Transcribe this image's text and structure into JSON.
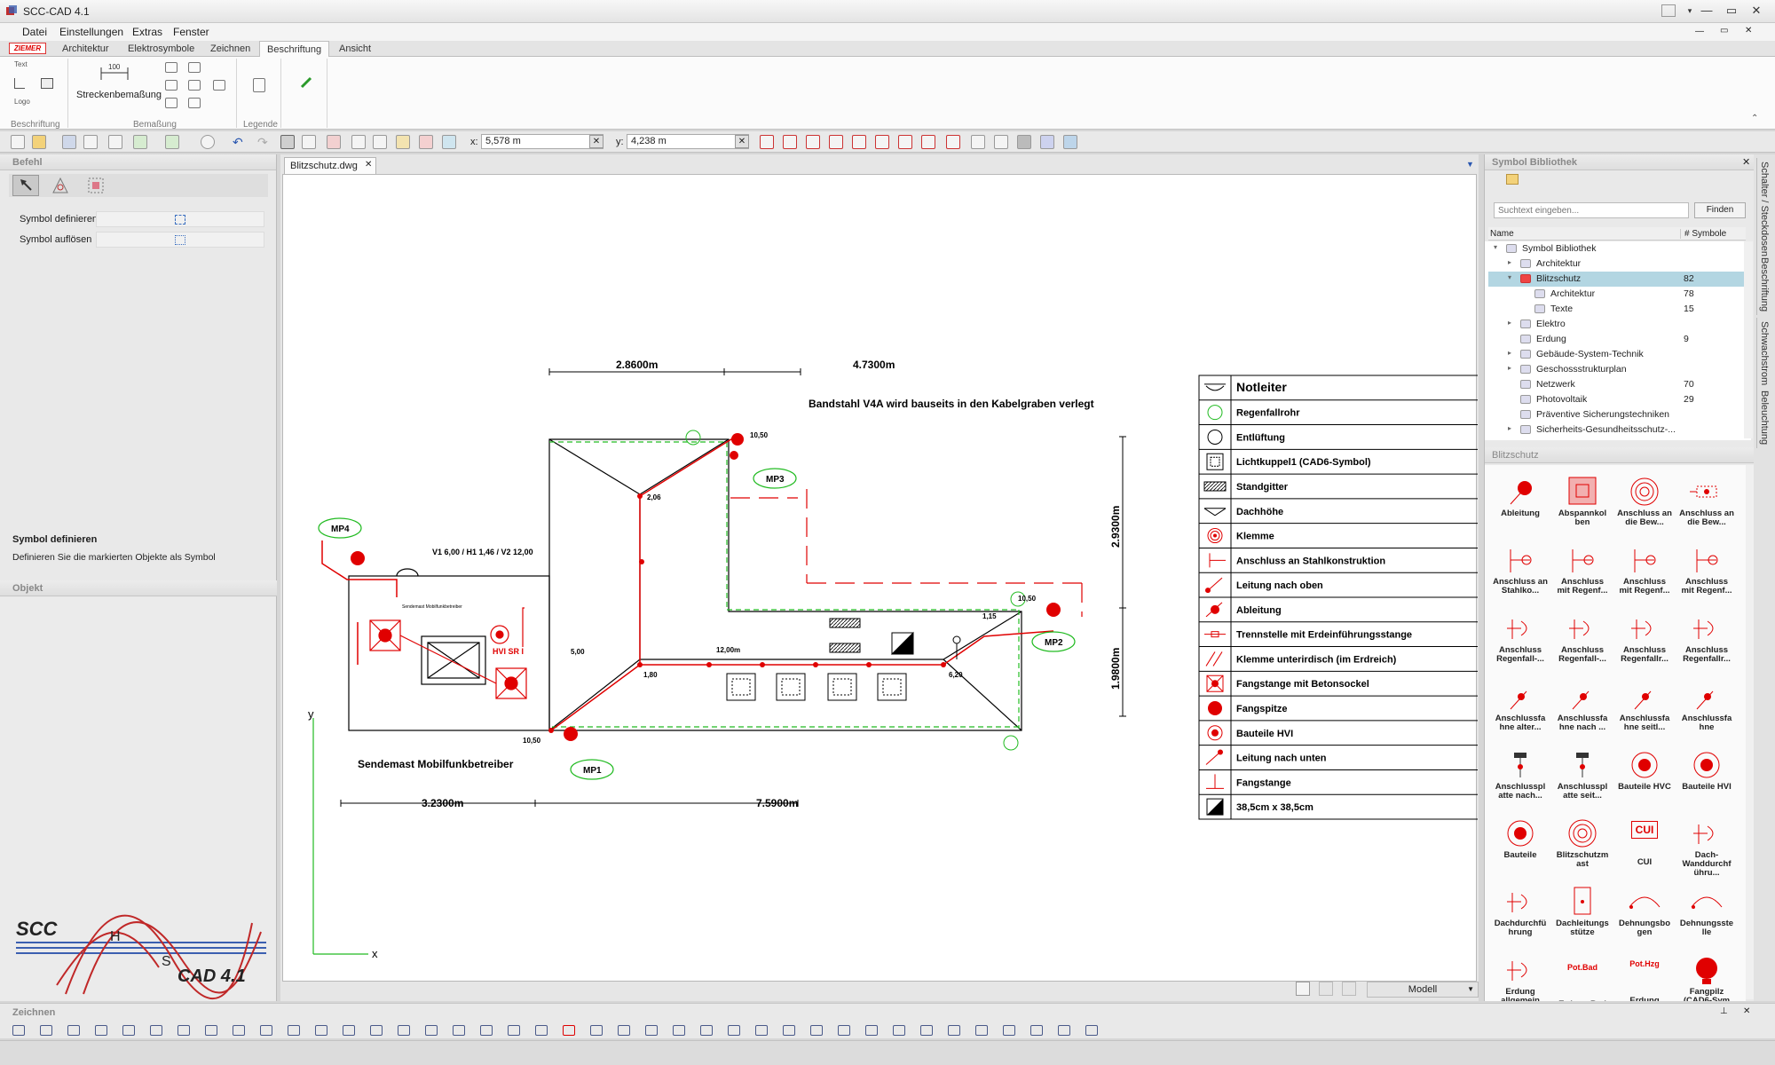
{
  "window": {
    "title": "SCC-CAD 4.1"
  },
  "menu": [
    "Datei",
    "Einstellungen",
    "Extras",
    "Fenster"
  ],
  "ribbon_tabs": [
    "ZIEMER",
    "Architektur",
    "Elektrosymbole",
    "Zeichnen",
    "Beschriftung",
    "Ansicht"
  ],
  "ribbon": {
    "streckenbemassung": "Streckenbemaßung",
    "groups": [
      "Beschriftung",
      "Bemaßung",
      "Legende"
    ],
    "text_icon": "Text",
    "logo_icon": "Logo",
    "dim_value": "100"
  },
  "coords": {
    "x_label": "x:",
    "x_value": "5,578 m",
    "y_label": "y:",
    "y_value": "4,238 m"
  },
  "left": {
    "befehl_title": "Befehl",
    "commands": [
      "Symbol definieren",
      "Symbol auflösen"
    ],
    "info_title": "Symbol definieren",
    "info_text": "Definieren Sie die markierten Objekte als Symbol",
    "objekt_title": "Objekt",
    "logo_scc": "SCC",
    "logo_h": "H",
    "logo_s": "S",
    "logo_cad": "CAD 4.1"
  },
  "document": {
    "tab": "Blitzschutz.dwg",
    "view_mode": "Modell"
  },
  "drawing": {
    "dims_top": [
      "2.8600m",
      "4.7300m"
    ],
    "dims_bottom": [
      "3.2300m",
      "7.5900m"
    ],
    "dim_right": [
      "2.9300m",
      "1.9800m"
    ],
    "note": "Bandstahl V4A wird bauseits in den Kabelgraben verlegt",
    "v_label": "V1 6,00 / H1 1,46 / V2 12,00",
    "hvi": "HVI SR I",
    "roof_label": "Sendemast Mobilfunkbetreiber",
    "caption": "Sendemast  Mobilfunkbetreiber",
    "mp": [
      "MP1",
      "MP2",
      "MP3",
      "MP4"
    ],
    "heights": [
      "10,50",
      "2,06",
      "5,00",
      "12,00m",
      "1,80",
      "6,20",
      "1,15",
      "10,50",
      "10,50"
    ],
    "axis_x": "x",
    "axis_y": "y"
  },
  "legend": [
    "Notleiter",
    "Regenfallrohr",
    "Entlüftung",
    "Lichtkuppel1 (CAD6-Symbol)",
    "Standgitter",
    "Dachhöhe",
    "Klemme",
    "Anschluss an Stahlkonstruktion",
    "Leitung nach oben",
    "Ableitung",
    "Trennstelle mit Erdeinführungsstange",
    "Klemme unterirdisch (im Erdreich)",
    "Fangstange mit Betonsockel",
    "Fangspitze",
    "Bauteile HVI",
    "Leitung nach unten",
    "Fangstange",
    "38,5cm x 38,5cm"
  ],
  "symbol_library": {
    "title": "Symbol Bibliothek",
    "search_placeholder": "Suchtext eingeben...",
    "find_button": "Finden",
    "col_name": "Name",
    "col_count": "# Symbole",
    "tree": [
      {
        "name": "Symbol Bibliothek",
        "count": ""
      },
      {
        "name": "Architektur",
        "count": ""
      },
      {
        "name": "Blitzschutz",
        "count": "82"
      },
      {
        "name": "Architektur",
        "count": "78"
      },
      {
        "name": "Texte",
        "count": "15"
      },
      {
        "name": "Elektro",
        "count": ""
      },
      {
        "name": "Erdung",
        "count": "9"
      },
      {
        "name": "Gebäude-System-Technik",
        "count": ""
      },
      {
        "name": "Geschossstrukturplan",
        "count": ""
      },
      {
        "name": "Netzwerk",
        "count": "70"
      },
      {
        "name": "Photovoltaik",
        "count": "29"
      },
      {
        "name": "Präventive Sicherungstechniken",
        "count": ""
      },
      {
        "name": "Sicherheits-Gesundheitsschutz-...",
        "count": ""
      }
    ],
    "section": "Blitzschutz",
    "symbols": [
      "Ableitung",
      "Abspannkol ben",
      "Anschluss an die Bew...",
      "Anschluss an die Bew...",
      "Anschluss an Stahlko...",
      "Anschluss mit Regenf...",
      "Anschluss mit Regenf...",
      "Anschluss mit Regenf...",
      "Anschluss Regenfall-...",
      "Anschluss Regenfall-...",
      "Anschluss Regenfallr...",
      "Anschluss Regenfallr...",
      "Anschlussfa hne alter...",
      "Anschlussfa hne nach ...",
      "Anschlussfa hne seitl...",
      "Anschlussfa hne",
      "Anschlusspl atte nach...",
      "Anschlusspl atte seit...",
      "Bauteile HVC",
      "Bauteile HVI",
      "Bauteile",
      "Blitzschutzm ast",
      "CUI",
      "Dach-Wanddurchf ühru...",
      "Dachdurchfü hrung",
      "Dachleitungs stütze",
      "Dehnungsbo gen",
      "Dehnungsste lle",
      "Erdung allgemein",
      "Erdung Bad",
      "Erdung Heizung",
      "Fangpilz (CAD6-Sym"
    ],
    "pot_bad": "Pot.Bad",
    "pot_hzg": "Pot.Hzg",
    "cui": "CUI"
  },
  "side_tabs": [
    "Schalter / Steckdosen",
    "Beschriftung",
    "Schwachstrom",
    "Beleuchtung"
  ],
  "bottom": {
    "title": "Zeichnen"
  },
  "colors": {
    "red": "#e00000",
    "green": "#22bb22"
  }
}
